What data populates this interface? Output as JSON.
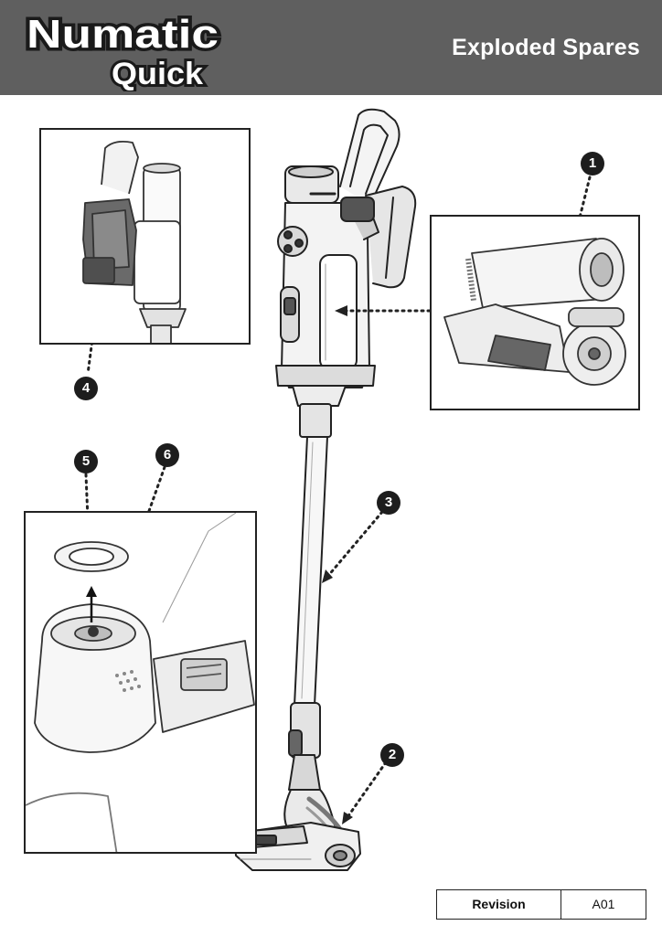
{
  "header": {
    "brand_line1": "Numatic",
    "brand_line2": "Quick",
    "title": "Exploded Spares"
  },
  "callouts": [
    "1",
    "2",
    "3",
    "4",
    "5",
    "6"
  ],
  "revision": {
    "label": "Revision",
    "value": "A01"
  },
  "colors": {
    "header_bg": "#5f5f5f",
    "callout_bg": "#1d1d1d"
  }
}
